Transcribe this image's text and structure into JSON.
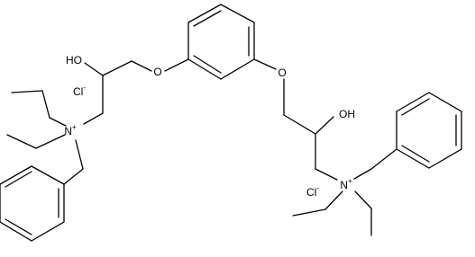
{
  "molecule": {
    "atom_labels": {
      "O_left": "O",
      "O_right": "O",
      "OH_left": "HO",
      "OH_right": "OH",
      "N_left": "N",
      "N_right": "N",
      "N_charge": "+",
      "Cl_left": "Cl",
      "Cl_right": "Cl",
      "Cl_charge": "-"
    },
    "colors": {
      "bond": "#000000",
      "label": "#000000",
      "background": "#ffffff"
    }
  }
}
